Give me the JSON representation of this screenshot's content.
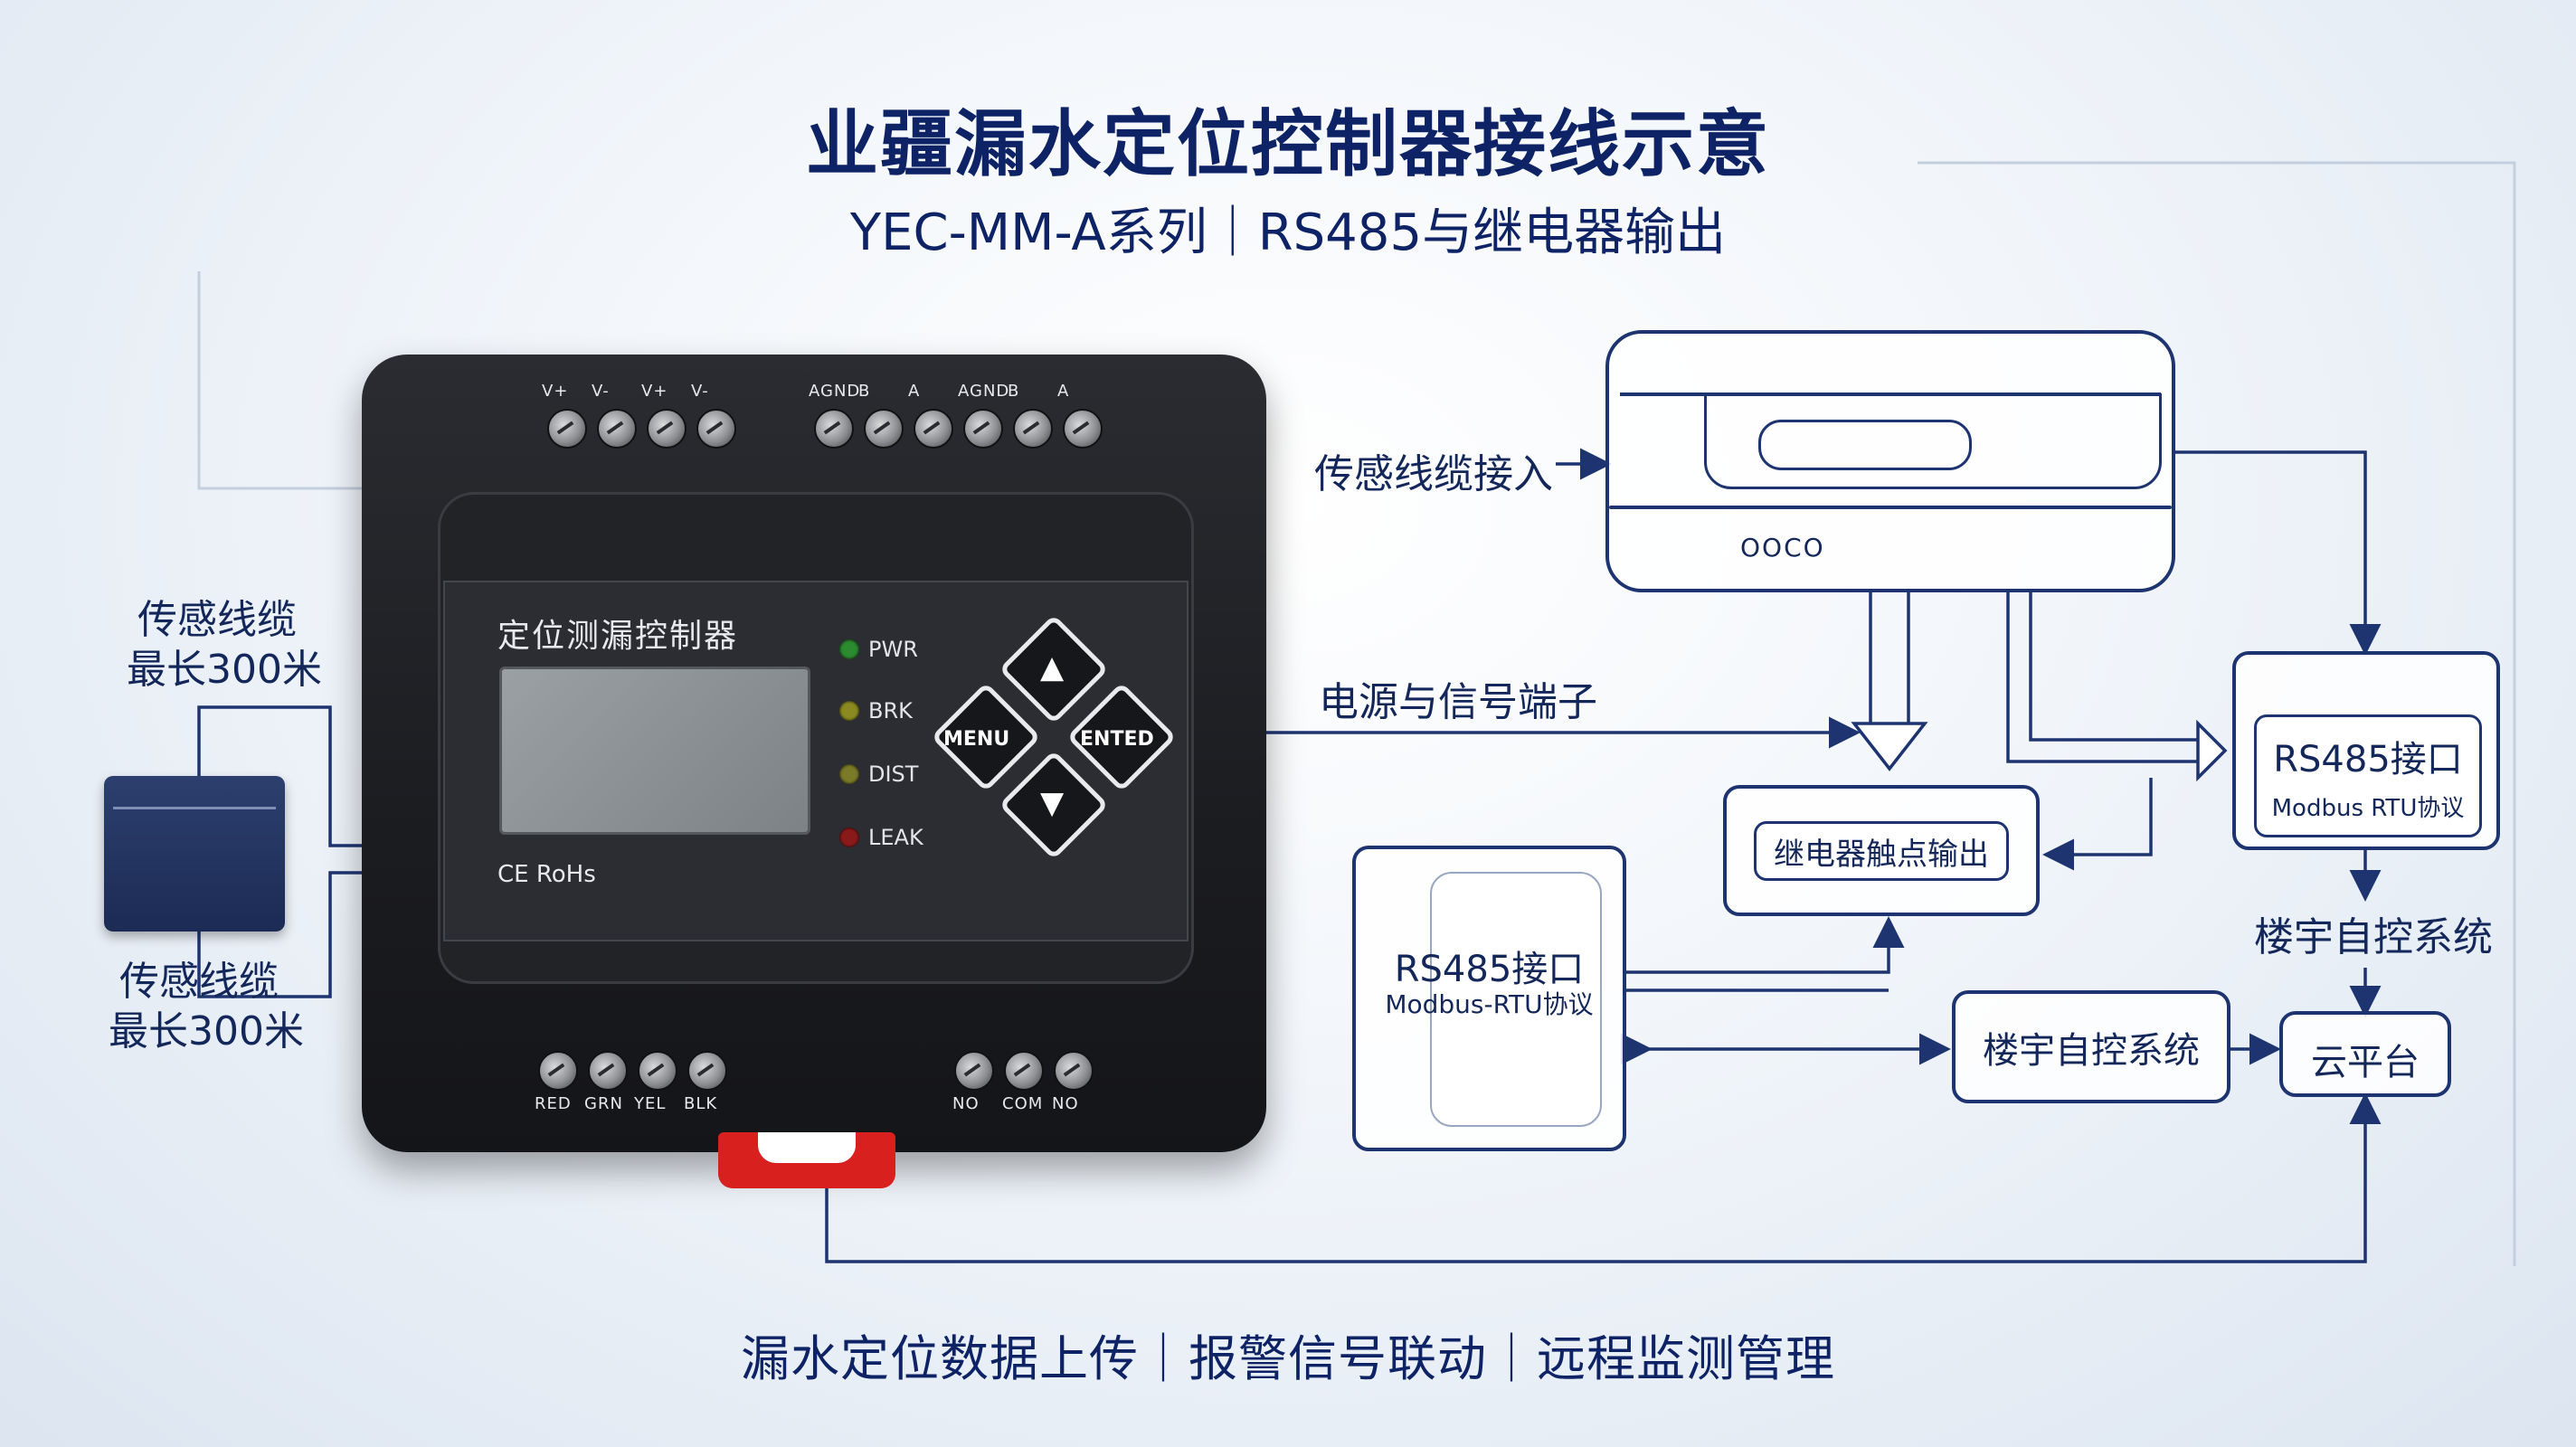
{
  "header": {
    "title": "业疆漏水定位控制器接线示意",
    "subtitle": "YEC-MM-A系列｜RS485与继电器输出"
  },
  "device": {
    "panel_title": "定位测漏控制器",
    "leds": [
      {
        "label": "PWR",
        "color": "#2c8a2f"
      },
      {
        "label": "BRK",
        "color": "#8a8a20"
      },
      {
        "label": "DIST",
        "color": "#7a7a28"
      },
      {
        "label": "LEAK",
        "color": "#8a1a1a"
      }
    ],
    "keys": {
      "up": "▲",
      "down": "▼",
      "menu": "MENU",
      "enter": "ENTED"
    },
    "cert": "CE RoHs",
    "top_terminals": [
      "V+",
      "V-",
      "V+",
      "V-",
      "AGND",
      "B",
      "A",
      "AGND",
      "B",
      "A"
    ],
    "bottom_left_terminals": [
      "RED",
      "GRN",
      "YEL",
      "BLK"
    ],
    "bottom_right_terminals": [
      "NO",
      "COM",
      "NO"
    ]
  },
  "left": {
    "cable_top": [
      "传感线缆",
      "最长300米"
    ],
    "cable_bottom": [
      "传感线缆",
      "最长300米"
    ]
  },
  "labels": {
    "sensor_input": "传感线缆接入",
    "power_signal": "电源与信号端子",
    "relay_output": "继电器触点输出",
    "bas_right": "楼宇自控系统",
    "bas_box": "楼宇自控系统",
    "cloud": "云平台"
  },
  "rs485_right": {
    "title": "RS485接口",
    "protocol": "Modbus RTU协议"
  },
  "rs485_left": {
    "title": "RS485接口",
    "protocol": "Modbus-RTU协议"
  },
  "sketch": {
    "circles": "OOCO"
  },
  "footer": "漏水定位数据上传｜报警信号联动｜远程监测管理",
  "colors": {
    "navy": "#0e2366",
    "line": "#1d3470",
    "clip": "#d8201f"
  }
}
